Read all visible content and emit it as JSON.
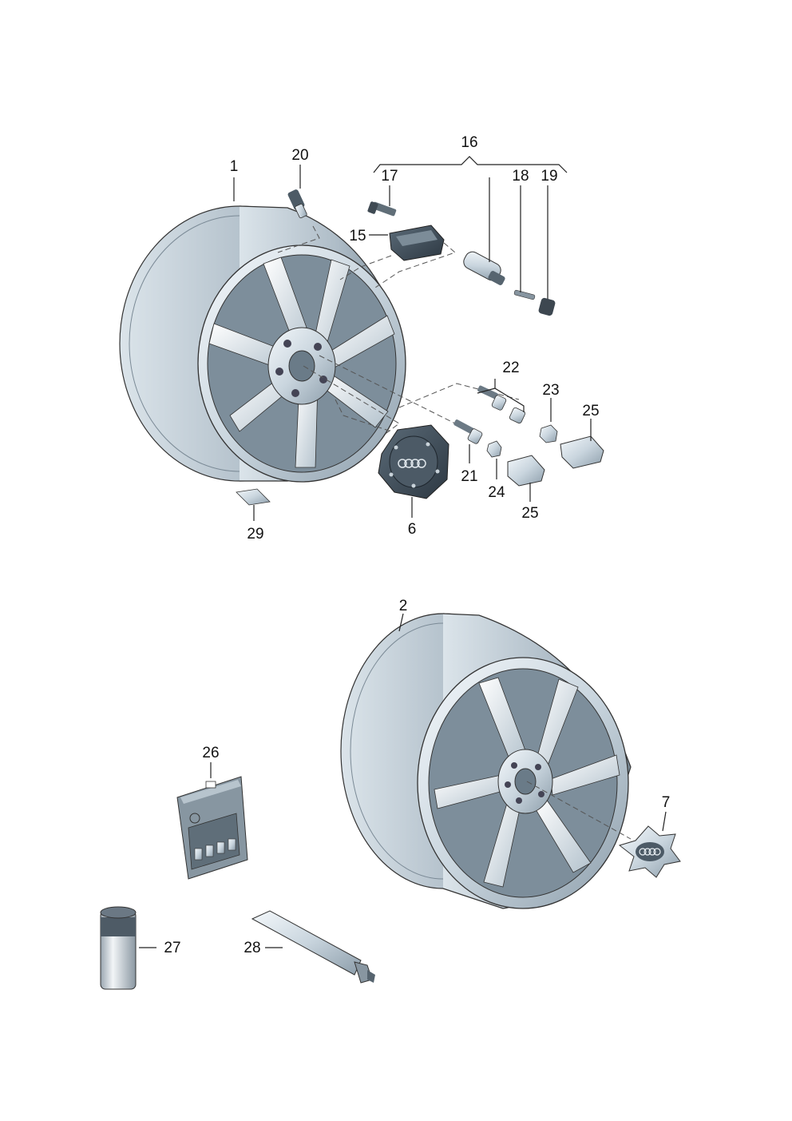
{
  "callouts": {
    "c1": "1",
    "c2": "2",
    "c6": "6",
    "c7": "7",
    "c15": "15",
    "c16": "16",
    "c17": "17",
    "c18": "18",
    "c19": "19",
    "c20": "20",
    "c21": "21",
    "c22": "22",
    "c23": "23",
    "c24": "24",
    "c25a": "25",
    "c25b": "25",
    "c26": "26",
    "c27": "27",
    "c28": "28",
    "c29": "29"
  },
  "colors": {
    "metal_light": "#e6edf2",
    "metal_mid": "#b9c7d1",
    "metal_dark": "#6f8290",
    "line": "#222222"
  }
}
